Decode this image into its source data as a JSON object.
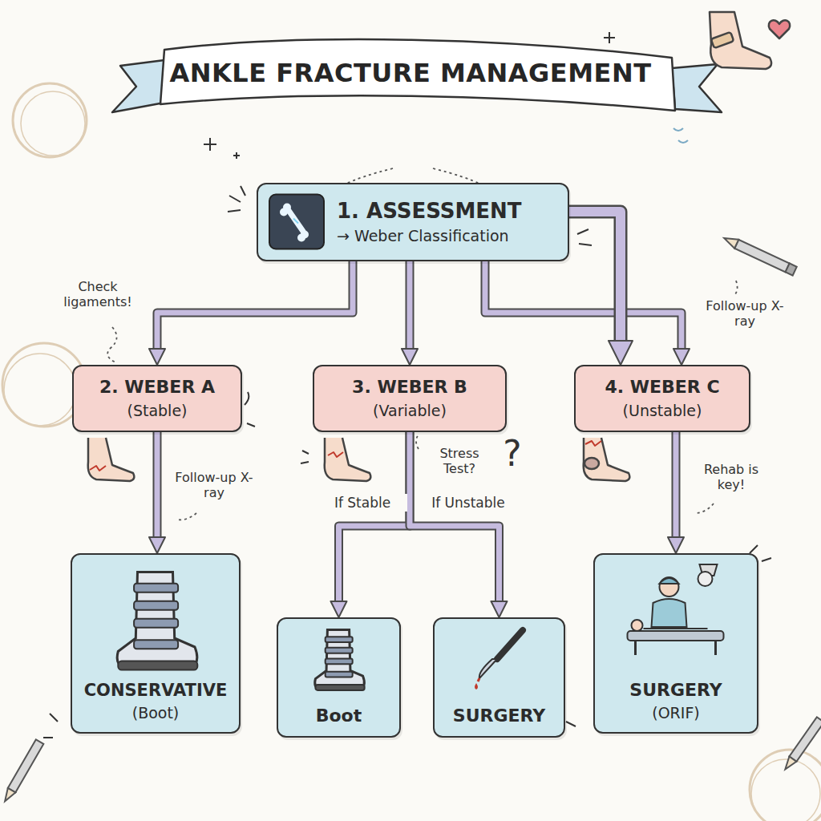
{
  "diagram": {
    "title": "ANKLE FRACTURE MANAGEMENT",
    "nodes": [
      {
        "text": [
          "1. ASSESSMENT",
          "→ Weber Classification"
        ]
      },
      {
        "text": [
          "2. WEBER A",
          "(Stable)"
        ]
      },
      {
        "text": [
          "3. WEBER B",
          "(Variable)"
        ]
      },
      {
        "text": [
          "4. WEBER C",
          "(Unstable)"
        ]
      },
      {
        "text": [
          "CONSERVATIVE",
          "(Boot)"
        ]
      },
      {
        "text": [
          "Boot"
        ]
      },
      {
        "text": [
          "SURGERY"
        ]
      },
      {
        "text": [
          "SURGERY",
          "(ORIF)"
        ]
      }
    ],
    "edges": [
      {
        "from": 0,
        "to": 1,
        "arrow": "to"
      },
      {
        "from": 0,
        "to": 2,
        "arrow": "to"
      },
      {
        "from": 0,
        "to": 3,
        "arrow": "to"
      },
      {
        "from": 0,
        "to": 3,
        "arrow": "to"
      },
      {
        "from": 1,
        "to": 4,
        "arrow": "to"
      },
      {
        "from": 2,
        "to": 5,
        "label": "If Stable",
        "arrow": "to"
      },
      {
        "from": 2,
        "to": 6,
        "label": "If Unstable",
        "arrow": "to"
      },
      {
        "from": 3,
        "to": 7,
        "arrow": "to"
      }
    ],
    "labels": [
      "Check ligaments!",
      "Follow-up X-ray",
      "Follow-up X-ray",
      "Stress Test?",
      "?",
      "Rehab is key!"
    ]
  }
}
